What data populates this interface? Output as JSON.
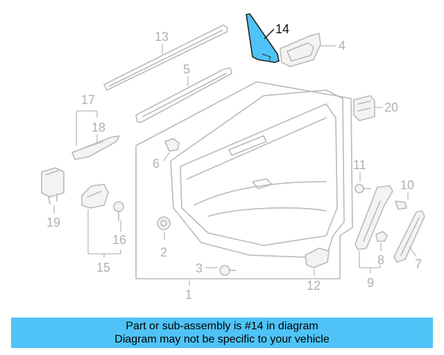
{
  "colors": {
    "highlight": "#4fc3f7",
    "banner": "#4fc3f7",
    "part_line": "#b9b9b9",
    "label_gray": "#b0b0b0",
    "label_highlight": "#111111"
  },
  "callouts": {
    "c1": "1",
    "c2": "2",
    "c3": "3",
    "c4": "4",
    "c5": "5",
    "c6": "6",
    "c7": "7",
    "c8": "8",
    "c9": "9",
    "c10": "10",
    "c11": "11",
    "c12": "12",
    "c13": "13",
    "c14": "14",
    "c15": "15",
    "c16": "16",
    "c17": "17",
    "c18": "18",
    "c19": "19",
    "c20": "20"
  },
  "highlighted_part": "14",
  "banner": {
    "line1": "Part or sub-assembly is #14 in diagram",
    "line2": "Diagram may not be specific to your vehicle"
  }
}
